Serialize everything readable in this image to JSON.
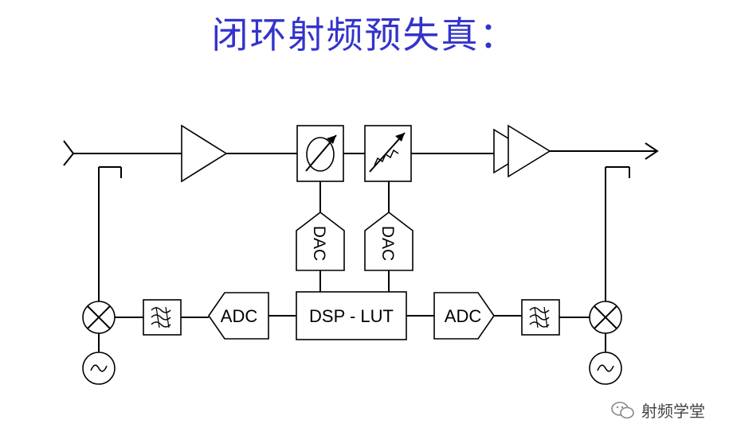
{
  "title": "闭环射频预失真：",
  "title_color": "#3333cc",
  "blocks": {
    "dsp": "DSP - LUT",
    "adc_left": "ADC",
    "adc_right": "ADC",
    "dac_phase": "DAC",
    "dac_gain": "DAC"
  },
  "watermark": "射频学堂",
  "icons": {
    "phase_shifter": "phase-shifter-icon",
    "attenuator": "variable-attenuator-icon",
    "mixer": "mixer-icon",
    "oscillator": "oscillator-icon",
    "filter": "bandpass-filter-icon",
    "amplifier": "amplifier-icon",
    "watermark": "wechat-icon"
  }
}
